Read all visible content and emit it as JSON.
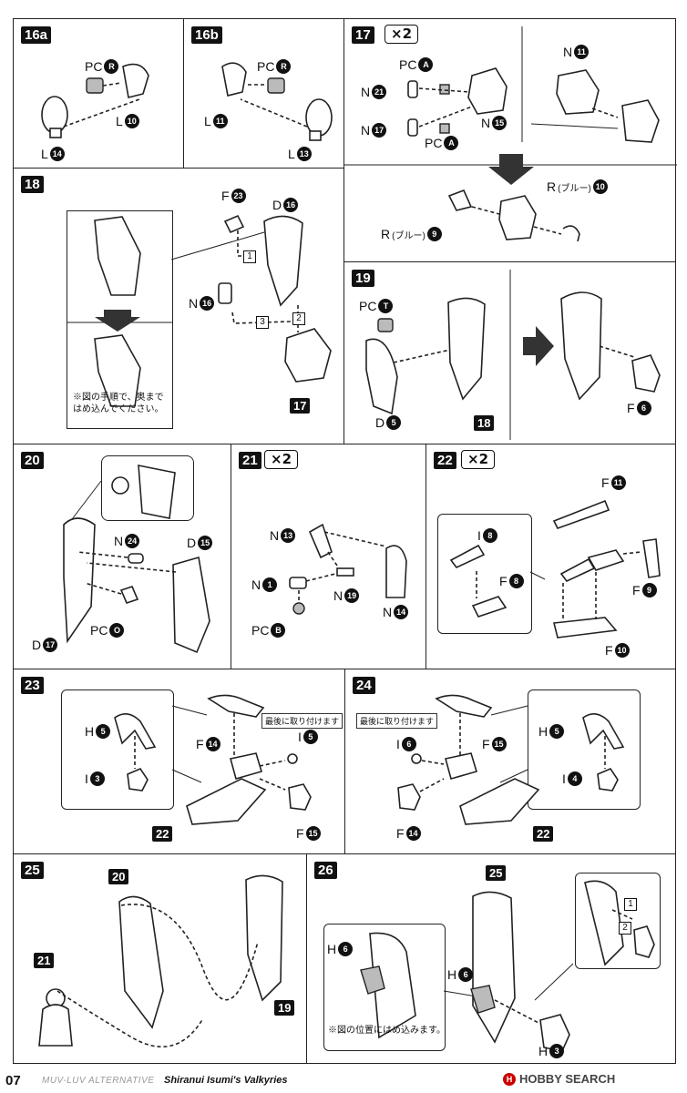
{
  "steps": {
    "s16a": {
      "label": "16a",
      "pc": "PC",
      "pc_id": "R",
      "l1": "L",
      "l1_id": "10",
      "l2": "L",
      "l2_id": "14"
    },
    "s16b": {
      "label": "16b",
      "pc": "PC",
      "pc_id": "R",
      "l1": "L",
      "l1_id": "11",
      "l2": "L",
      "l2_id": "13"
    },
    "s17": {
      "label": "17",
      "times": "×2",
      "pc1": "PC",
      "pc1_id": "A",
      "pc2": "PC",
      "pc2_id": "A",
      "n1": "N",
      "n1_id": "21",
      "n2": "N",
      "n2_id": "17",
      "n3": "N",
      "n3_id": "15",
      "n4": "N",
      "n4_id": "11",
      "r1": "R",
      "r1_sub": "(ブルー)",
      "r1_id": "9",
      "r2": "R",
      "r2_sub": "(ブルー)",
      "r2_id": "10"
    },
    "s18": {
      "label": "18",
      "f": "F",
      "f_id": "23",
      "d": "D",
      "d_id": "16",
      "n": "N",
      "n_id": "16",
      "ref": "17",
      "box1": "1",
      "box2": "2",
      "box3": "3",
      "note_line1": "※図の手順で、奥まで",
      "note_line2": "はめ込んでください。"
    },
    "s19": {
      "label": "19",
      "pc": "PC",
      "pc_id": "T",
      "d": "D",
      "d_id": "5",
      "ref": "18",
      "f": "F",
      "f_id": "6"
    },
    "s20": {
      "label": "20",
      "n": "N",
      "n_id": "24",
      "d1": "D",
      "d1_id": "15",
      "d2": "D",
      "d2_id": "17",
      "pc": "PC",
      "pc_id": "O"
    },
    "s21": {
      "label": "21",
      "times": "×2",
      "n1": "N",
      "n1_id": "13",
      "n2": "N",
      "n2_id": "1",
      "n3": "N",
      "n3_id": "19",
      "n4": "N",
      "n4_id": "14",
      "pc": "PC",
      "pc_id": "B"
    },
    "s22": {
      "label": "22",
      "times": "×2",
      "f1": "F",
      "f1_id": "11",
      "i": "I",
      "i_id": "8",
      "f2": "F",
      "f2_id": "8",
      "f3": "F",
      "f3_id": "9",
      "f4": "F",
      "f4_id": "10"
    },
    "s23": {
      "label": "23",
      "h": "H",
      "h_id": "5",
      "i1": "I",
      "i1_id": "3",
      "f1": "F",
      "f1_id": "14",
      "i2": "I",
      "i2_id": "5",
      "f2": "F",
      "f2_id": "15",
      "ref": "22",
      "note": "最後に取り付けます"
    },
    "s24": {
      "label": "24",
      "h": "H",
      "h_id": "5",
      "i1": "I",
      "i1_id": "4",
      "i2": "I",
      "i2_id": "6",
      "f1": "F",
      "f1_id": "15",
      "f2": "F",
      "f2_id": "14",
      "ref": "22",
      "note": "最後に取り付けます"
    },
    "s25": {
      "label": "25",
      "ref1": "20",
      "ref2": "21",
      "ref3": "19"
    },
    "s26": {
      "label": "26",
      "ref": "25",
      "h1": "H",
      "h1_id": "6",
      "h2": "H",
      "h2_id": "6",
      "h3": "H",
      "h3_id": "3",
      "box1": "1",
      "box2": "2",
      "note": "※図の位置にはめ込みます。"
    }
  },
  "footer": {
    "page": "07",
    "brand": "MUV-LUV ALTERNATIVE",
    "title": "Shiranui Isumi's Valkyries",
    "logo": "HOBBY SEARCH",
    "logo_mark": "H"
  }
}
